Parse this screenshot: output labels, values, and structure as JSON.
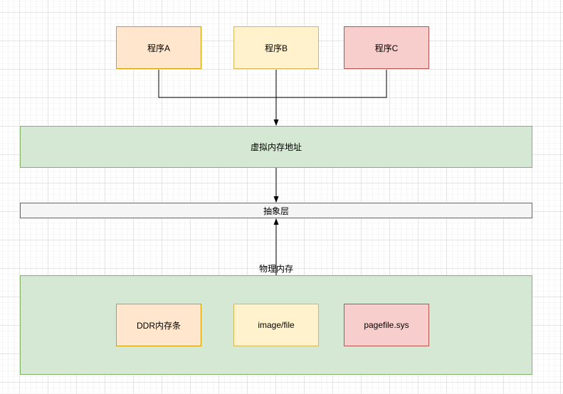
{
  "diagram": {
    "programs": [
      {
        "label": "程序A"
      },
      {
        "label": "程序B"
      },
      {
        "label": "程序C"
      }
    ],
    "virtual_memory": {
      "label": "虚拟内存地址"
    },
    "abstraction_layer": {
      "label": "抽象层"
    },
    "physical_memory": {
      "label": "物理内存"
    },
    "physical_items": [
      {
        "label": "DDR内存条"
      },
      {
        "label": "image/file"
      },
      {
        "label": "pagefile.sys"
      }
    ],
    "colors": {
      "orange_fill": "#FFE6CC",
      "orange_stroke": "#D79B00",
      "yellow_fill": "#FFF2CC",
      "yellow_stroke": "#D6B656",
      "red_fill": "#F8CECC",
      "red_stroke": "#B85450",
      "green_fill": "#D5E8D4",
      "green_stroke": "#82B366",
      "gray_fill": "#F5F5F5",
      "gray_stroke": "#666666",
      "connector": "#000000"
    }
  }
}
